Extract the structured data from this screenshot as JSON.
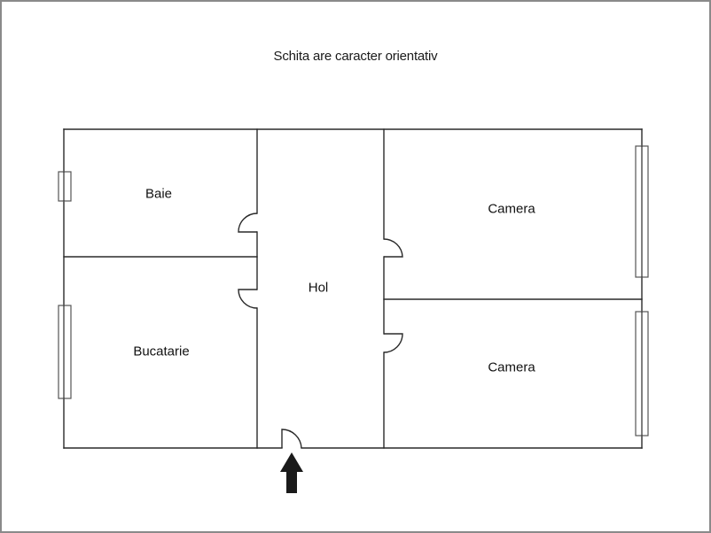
{
  "header": {
    "caption": "Schita are caracter orientativ"
  },
  "rooms": [
    {
      "id": "baie",
      "label": "Baie"
    },
    {
      "id": "bucatarie",
      "label": "Bucatarie"
    },
    {
      "id": "hol",
      "label": "Hol"
    },
    {
      "id": "camera-1",
      "label": "Camera"
    },
    {
      "id": "camera-2",
      "label": "Camera"
    }
  ],
  "colors": {
    "wall": "#2a2a2a",
    "window": "#555555",
    "frame": "#8a8a8a",
    "arrow": "#1a1a1a",
    "background": "#ffffff"
  },
  "symbols": {
    "entrance": "entrance-arrow-icon",
    "door": "door-swing-icon",
    "window": "window-icon"
  }
}
